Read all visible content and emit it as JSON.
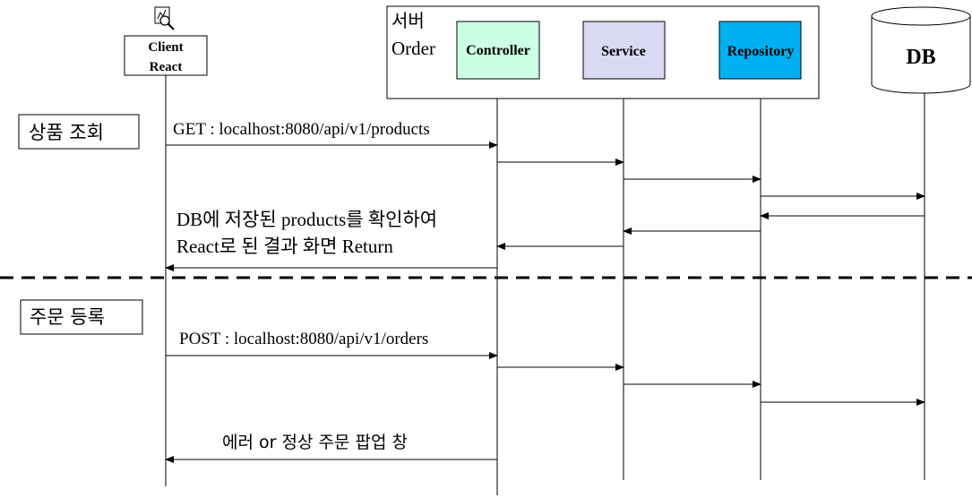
{
  "participants": {
    "client": {
      "line1": "Client",
      "line2": "React",
      "icon": "magnifier-chart-icon"
    },
    "server_group": {
      "line1": "서버",
      "line2": "Order"
    },
    "controller": {
      "label": "Controller",
      "fill": "#ccffe6"
    },
    "service": {
      "label": "Service",
      "fill": "#d9d9f3"
    },
    "repository": {
      "label": "Repository",
      "fill": "#00b0f0"
    },
    "db": {
      "label": "DB"
    }
  },
  "sections": {
    "product_lookup": {
      "title": "상품 조회"
    },
    "order_register": {
      "title": "주문 등록"
    }
  },
  "messages": {
    "get_request": "GET : localhost:8080/api/v1/products",
    "get_response_line1": "DB에 저장된 products를 확인하여",
    "get_response_line2": "React로 된 결과 화면 Return",
    "post_request": "POST : localhost:8080/api/v1/orders",
    "post_response": "에러 or 정상 주문 팝업 창"
  },
  "colors": {
    "line": "#000000",
    "controller": "#ccffe6",
    "service": "#d9d9f3",
    "repository": "#00b0f0"
  }
}
